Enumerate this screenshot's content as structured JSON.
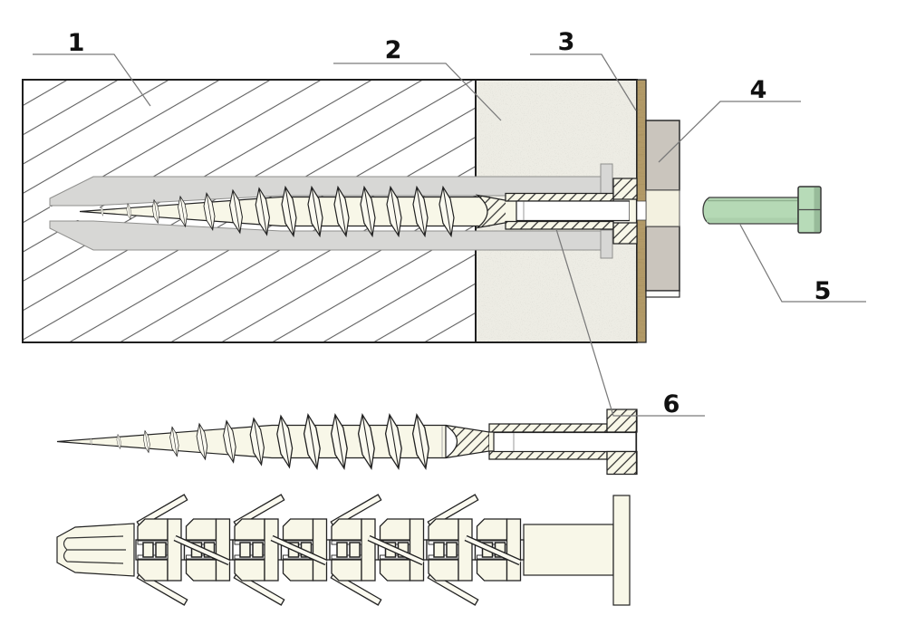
{
  "figure": {
    "kind": "technical-cross-section",
    "callouts": [
      {
        "text": "1",
        "target": "wall-block"
      },
      {
        "text": "2",
        "target": "insulation-block"
      },
      {
        "text": "3",
        "target": "backing-layer"
      },
      {
        "text": "4",
        "target": "mounting-block"
      },
      {
        "text": "5",
        "target": "hex-bolt"
      },
      {
        "text": "6",
        "target": "screw-sleeve-head"
      }
    ]
  },
  "colors": {
    "outline": "#1f1f1f",
    "hatch_line": "#5f5f5f",
    "wall_fill": "#ffffff",
    "insulation": "#edece4",
    "backing": "#b29a68",
    "block": "#cac5bd",
    "block_slot": "#f3f1e0",
    "block_strip": "#fdfdfb",
    "sleeve": "#d7d7d5",
    "screw": "#f8f7e8",
    "thread": "#fbfaf0",
    "bore": "#ffffff",
    "bolt_shaft": "#b5d9b5",
    "bolt_head": "#b7dbb8",
    "bolt_shade": "#93b594",
    "leader": "#7a7a7a",
    "label": "#111111"
  }
}
